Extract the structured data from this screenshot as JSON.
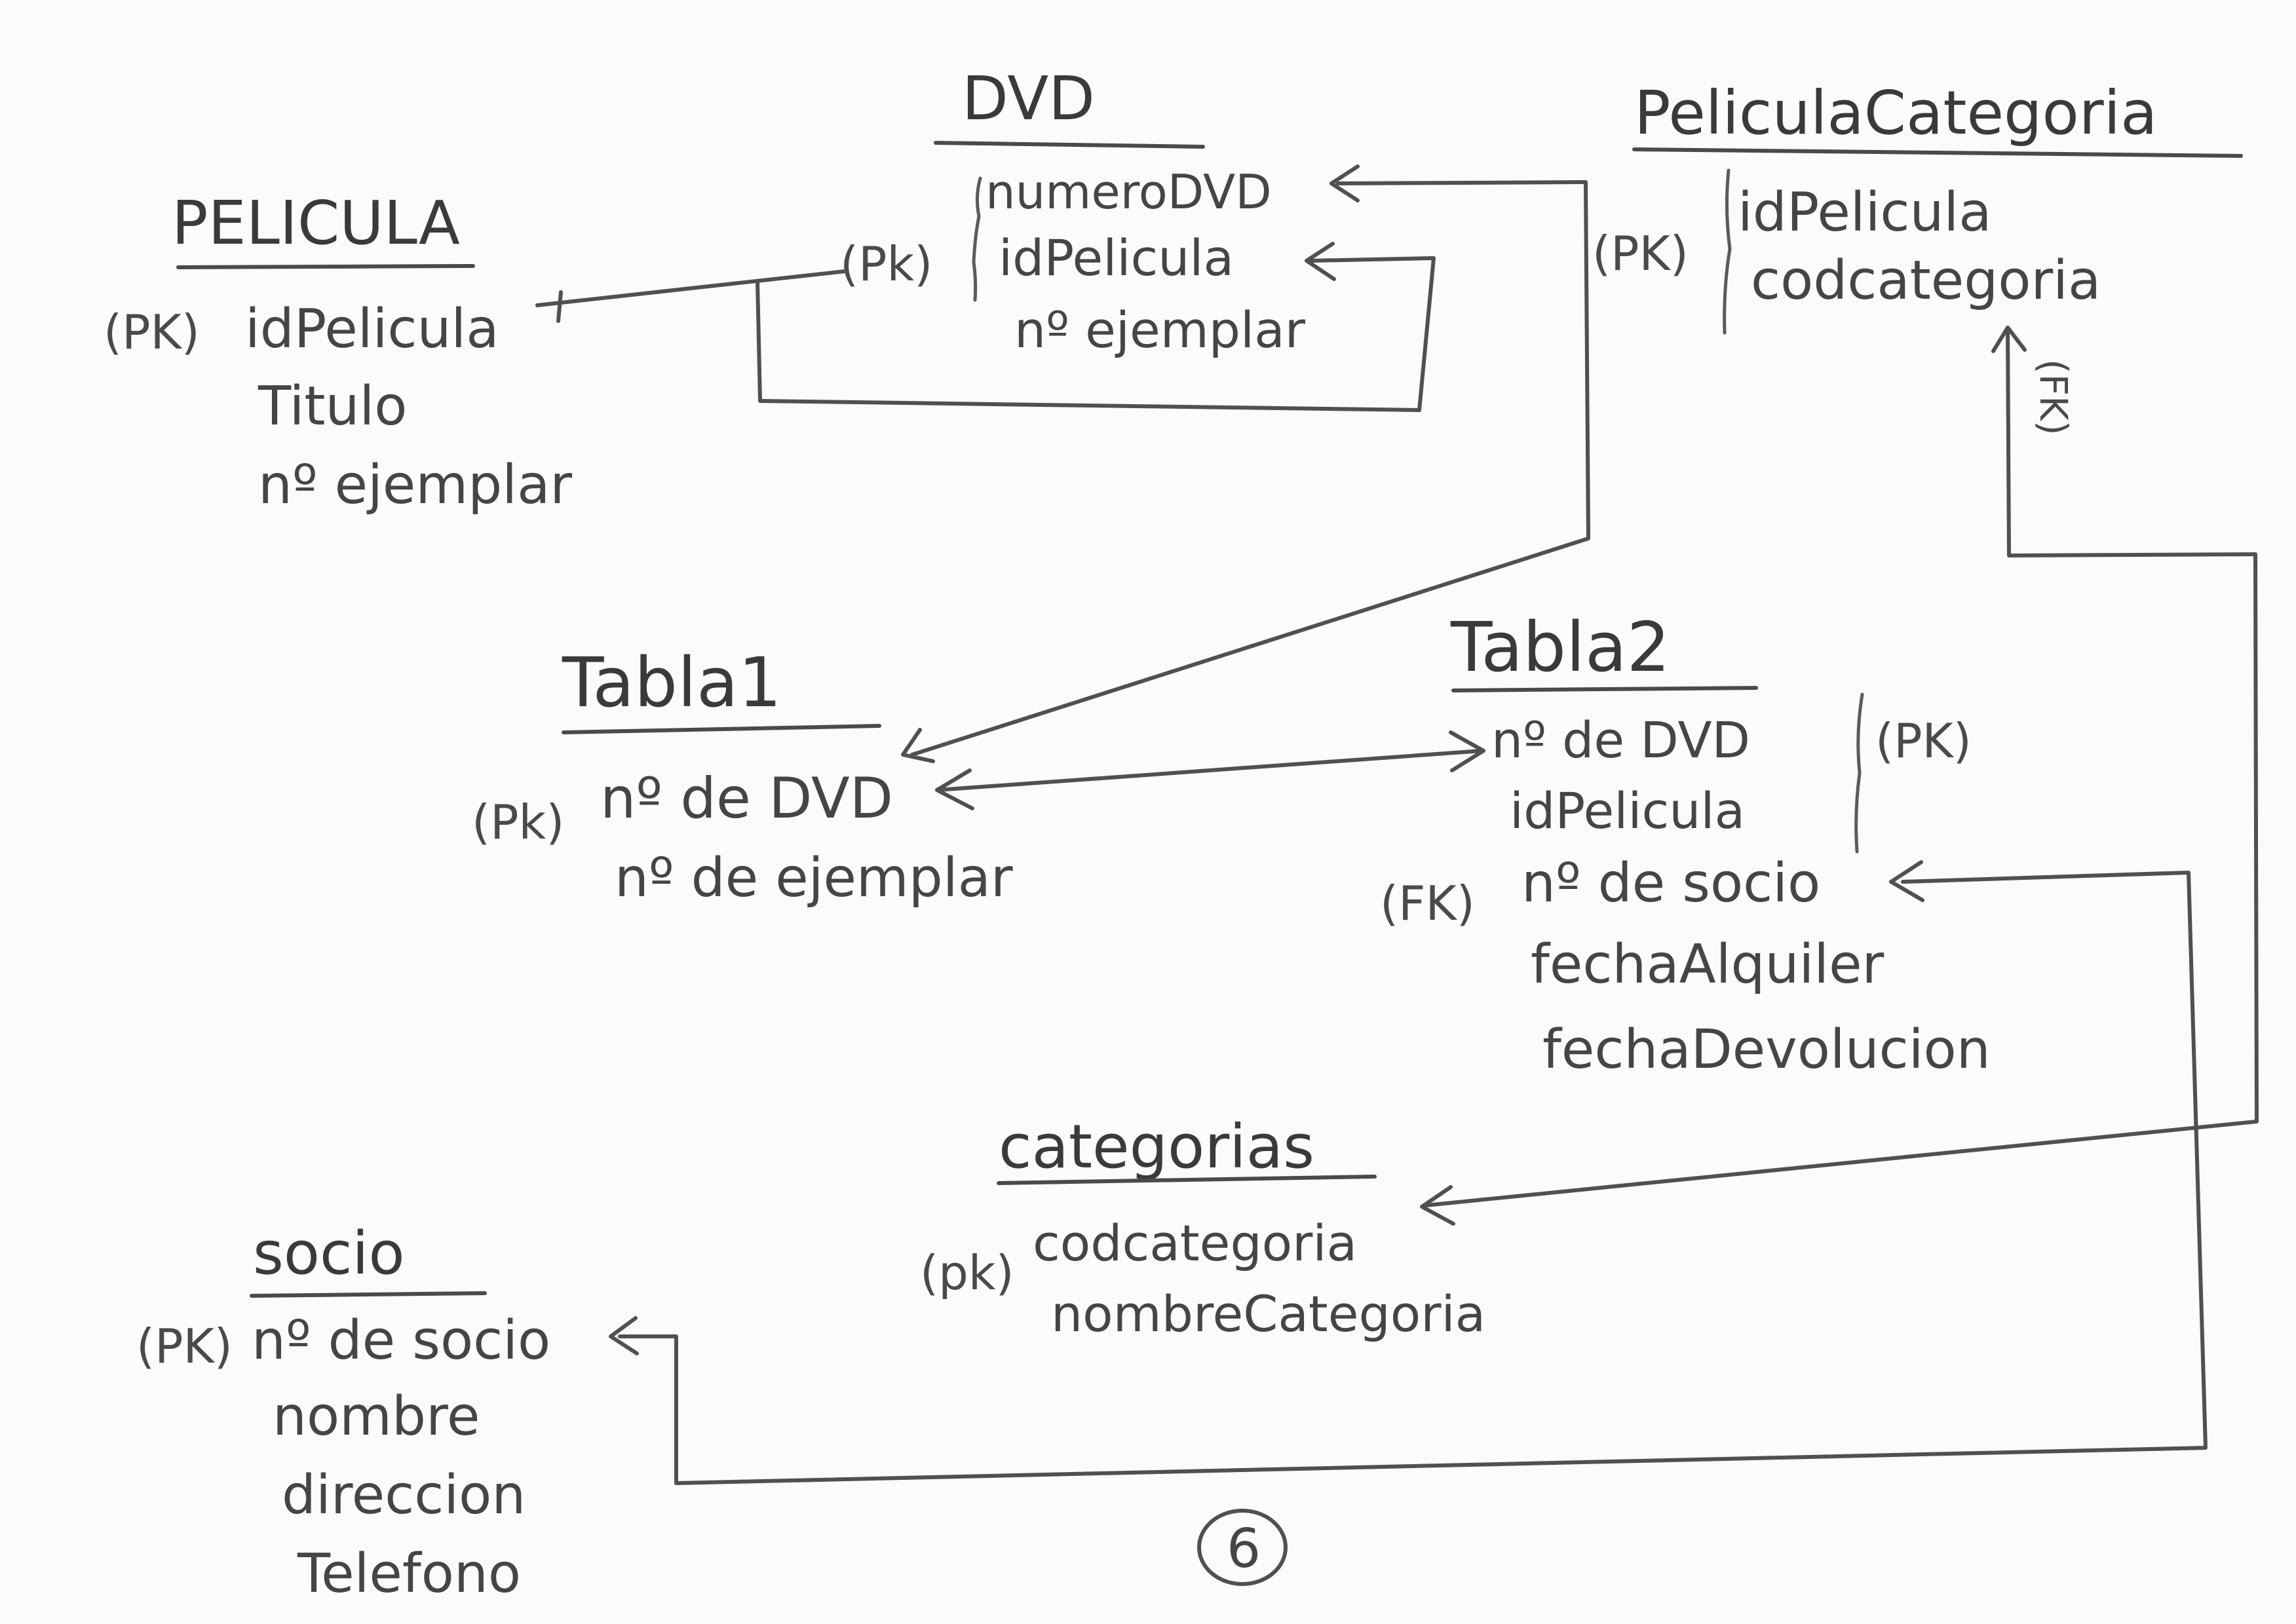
{
  "entities": {
    "pelicula": {
      "title": "PELICULA",
      "key": "(PK)",
      "fields": [
        "idPelicula",
        "Titulo",
        "nº ejemplar"
      ]
    },
    "dvd": {
      "title": "DVD",
      "key": "(Pk)",
      "fields": [
        "numeroDVD",
        "idPelicula",
        "nº ejemplar"
      ]
    },
    "pelicula_categoria": {
      "title": "PeliculaCategoria",
      "key": "(PK)",
      "fields": [
        "idPelicula",
        "codcategoria"
      ]
    },
    "tabla1": {
      "title": "Tabla1",
      "key": "(Pk)",
      "fields": [
        "nº de DVD",
        "nº de ejemplar"
      ]
    },
    "tabla2": {
      "title": "Tabla2",
      "pk_key": "(PK)",
      "fk_key": "(FK)",
      "fields": [
        "nº de DVD",
        "idPelicula",
        "nº de socio",
        "fechaAlquiler",
        "fechaDevolucion"
      ]
    },
    "categorias": {
      "title": "categorias",
      "key": "(pk)",
      "fields": [
        "codcategoria",
        "nombreCategoria"
      ]
    },
    "socio": {
      "title": "socio",
      "key": "(PK)",
      "fields": [
        "nº de socio",
        "nombre",
        "direccion",
        "Telefono"
      ]
    }
  },
  "relationship_labels": {
    "fk_vertical": "(FK)"
  },
  "page_number": "6",
  "colors": {
    "ink": "#4a4a4a",
    "paper": "#fbfbf9"
  }
}
